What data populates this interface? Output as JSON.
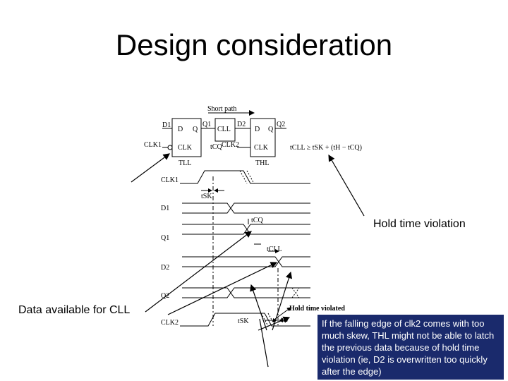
{
  "title": "Design consideration",
  "circuit": {
    "d1": "D1",
    "q1": "Q1",
    "d2": "D2",
    "q2": "Q2",
    "d": "D",
    "q": "Q",
    "clk": "CLK",
    "cll": "CLL",
    "clk1": "CLK1",
    "clk2": "CLK2",
    "tll": "TLL",
    "thl": "THL",
    "short_path": "Short path",
    "tcq": "tCQ",
    "equation": "tCLL ≥ tSK + (tH − tCQ)"
  },
  "timing": {
    "signals": [
      "CLK1",
      "D1",
      "Q1",
      "D2",
      "Q2",
      "CLK2"
    ],
    "tsk": "tSK",
    "tcq": "tCQ",
    "tcll": "tCLL",
    "th": "tH",
    "violation_label": "Hold time violated"
  },
  "annotations": {
    "hold_time": "Hold time violation",
    "data_available": "Data available for CLL",
    "explanation": "If the falling edge of clk2 comes with too much skew, THL might not be able to latch the previous data because of hold time violation (ie, D2 is overwritten too quickly after the edge)"
  },
  "colors": {
    "note_background": "#1a2a6c",
    "note_text": "#ffffff"
  }
}
